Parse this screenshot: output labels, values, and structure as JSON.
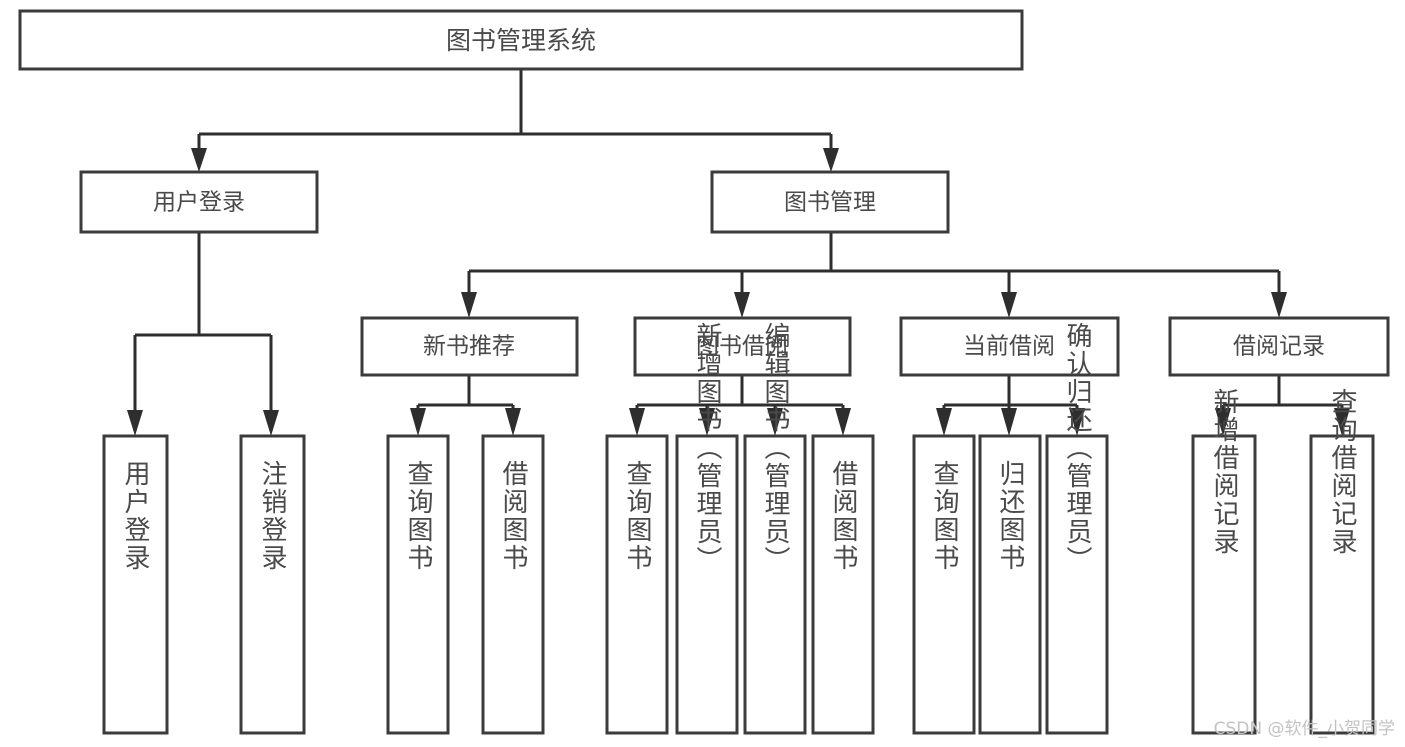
{
  "diagram": {
    "title": "图书管理系统",
    "type": "tree-hierarchy",
    "root": {
      "label": "图书管理系统"
    },
    "level1": [
      {
        "label": "用户登录"
      },
      {
        "label": "图书管理"
      }
    ],
    "level2": [
      {
        "label": "新书推荐"
      },
      {
        "label": "图书借阅"
      },
      {
        "label": "当前借阅"
      },
      {
        "label": "借阅记录"
      }
    ],
    "leaves": {
      "user_login": [
        {
          "label": "用户登录"
        },
        {
          "label": "注销登录"
        }
      ],
      "new_book_recommend": [
        {
          "label": "查询图书"
        },
        {
          "label": "借阅图书"
        }
      ],
      "book_borrow": [
        {
          "label": "查询图书"
        },
        {
          "label": "新增图书（管理员）"
        },
        {
          "label": "编辑图书（管理员）"
        },
        {
          "label": "借阅图书"
        }
      ],
      "current_borrow": [
        {
          "label": "查询图书"
        },
        {
          "label": "归还图书"
        },
        {
          "label": "确认归还（管理员）"
        }
      ],
      "borrow_record": [
        {
          "label": "新增借阅记录"
        },
        {
          "label": "查询借阅记录"
        }
      ]
    }
  },
  "watermark": {
    "text": "CSDN @软件_小贺同学"
  },
  "colors": {
    "box_stroke": "#3b3b3b",
    "connector": "#2e2e2e",
    "text": "#4a4a4a",
    "background": "#ffffff",
    "watermark": "#c3c3c3"
  }
}
